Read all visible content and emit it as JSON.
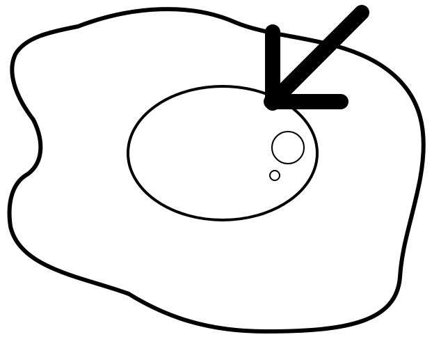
{
  "image": {
    "subject": "fried-egg-outline-with-arrow",
    "background_color": "#ffffff",
    "line_color": "#000000",
    "fill_color": "#ffffff"
  },
  "elements": {
    "egg_white": {
      "icon": "egg-white-outline"
    },
    "yolk": {
      "icon": "egg-yolk-outline"
    },
    "bubbles": [
      {
        "icon": "bubble-circle-large"
      },
      {
        "icon": "bubble-circle-small"
      }
    ],
    "arrow": {
      "icon": "arrow-down-left-icon",
      "direction": "down-left"
    }
  }
}
